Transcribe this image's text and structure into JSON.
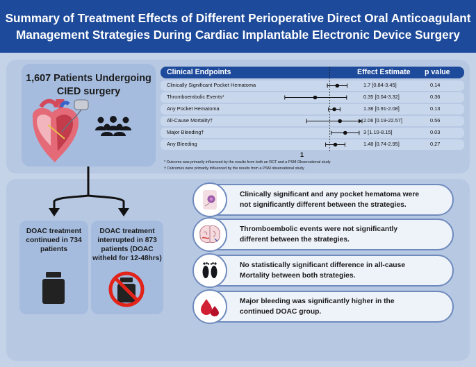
{
  "header": {
    "title_line1": "Summary of Treatment Effects of Different Perioperative Direct Oral Anticoagulant",
    "title_line2": "Management Strategies During Cardiac Implantable Electronic Device Surgery"
  },
  "patients": {
    "title_line1": "1,607 Patients Undergoing",
    "title_line2": "CIED surgery",
    "icons": [
      "heart-device-icon",
      "people-group-icon"
    ]
  },
  "table": {
    "headers": {
      "endpoints": "Clinical Endpoints",
      "estimate": "Effect Estimate",
      "pvalue": "p value"
    },
    "axis_tick": "1",
    "rows": [
      {
        "label": "Clinically Significant Pocket Hematoma",
        "estimate": "1.7 [0.84-3.45]",
        "p": "0.14",
        "point": 1.7,
        "lo": 0.84,
        "hi": 3.45,
        "arrow": false
      },
      {
        "label": "Thromboembolic Events*",
        "estimate": "0.35 [0.04-3.32]",
        "p": "0.36",
        "point": 0.35,
        "lo": 0.04,
        "hi": 3.32,
        "arrow": false
      },
      {
        "label": "Any Pocket Hematoma",
        "estimate": "1.38 [0.91-2.08]",
        "p": "0.13",
        "point": 1.38,
        "lo": 0.91,
        "hi": 2.08,
        "arrow": false
      },
      {
        "label": "All-Cause Mortality†",
        "estimate": "2.06 [0.19-22.57]",
        "p": "0.56",
        "point": 2.06,
        "lo": 0.19,
        "hi": 22.57,
        "arrow": false
      },
      {
        "label": "Major Bleeding†",
        "estimate": "3 [1.10-8.15]",
        "p": "0.03",
        "point": 3,
        "lo": 1.1,
        "hi": 8.15,
        "arrow": true
      },
      {
        "label": "Any Bleeding",
        "estimate": "1.48 [0.74-2.95]",
        "p": "0.27",
        "point": 1.48,
        "lo": 0.74,
        "hi": 2.95,
        "arrow": false
      }
    ],
    "footnote1": "* Outcome was primarily influenced by the results from both an RCT and a PSM Observational study",
    "footnote2": "† Outcomes were primarily influenced by the results from a PSM observational study"
  },
  "branches": {
    "continued": {
      "line1": "DOAC treatment",
      "line2": "continued in 734",
      "line3": "patients",
      "icon": "pill-bottle-icon"
    },
    "interrupted": {
      "line1": "DOAC treatment",
      "line2": "interrupted in 873",
      "line3": "patients (DOAC",
      "line4": "witheld for 12-48hrs)",
      "icon": "no-pill-bottle-icon"
    }
  },
  "findings": [
    {
      "line1": "Clinically significant and any pocket hematoma were",
      "line2": "not significantly different between the strategies.",
      "icon": "hematoma-icon"
    },
    {
      "line1": "Thromboembolic events were not significantly",
      "line2": "different between the strategies.",
      "icon": "brain-icon"
    },
    {
      "line1": "No statistically significant  difference in all-cause",
      "line2": "Mortality between both strategies.",
      "icon": "feet-icon"
    },
    {
      "line1": "Major bleeding was significantly higher in the",
      "line2": "continued DOAC group.",
      "icon": "blood-drops-icon"
    }
  ],
  "colors": {
    "header": "#1d4a9a",
    "panel": "#b7c8e3",
    "box": "#a5bcdf",
    "background": "#c5d3e8"
  }
}
